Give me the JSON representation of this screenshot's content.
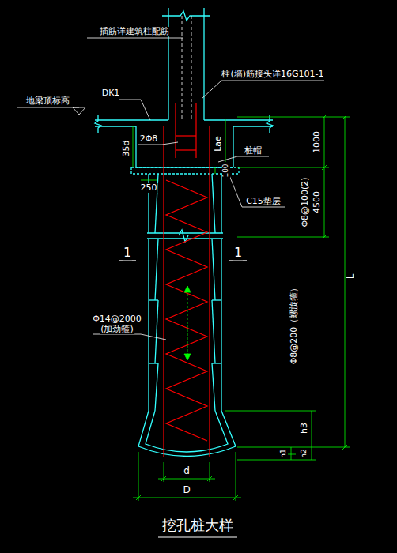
{
  "diagram": {
    "title": "挖孔桩大样",
    "labels": [
      "插筋详建筑柱配筋",
      "柱(墙)筋接头详16G101-1",
      "地梁顶标高",
      "DK1",
      "2Φ8",
      "35d",
      "Lae",
      "桩帽",
      "100",
      "250",
      "C15垫层",
      "1",
      "1",
      "Φ14@2000",
      "(加劲箍)",
      "1000",
      "Φ8@100(2)",
      "4500",
      "Φ8@200（螺旋箍）",
      "L",
      "h3",
      "h2",
      "h1",
      "d",
      "D"
    ]
  }
}
